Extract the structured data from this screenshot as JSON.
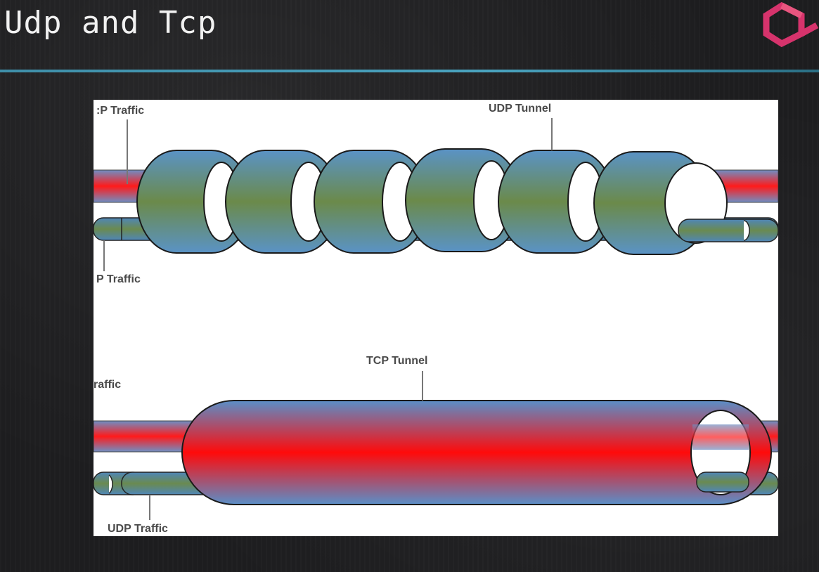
{
  "slide": {
    "title": "Udp and Tcp"
  },
  "logo": {
    "icon": "brand-logo-icon",
    "color": "#d6336c"
  },
  "diagram": {
    "top": {
      "tunnel_label": "UDP Tunnel",
      "traffic_label_upper": "P Traffic",
      "traffic_label_lower": "P Traffic"
    },
    "bottom": {
      "tunnel_label": "TCP Tunnel",
      "traffic_label_upper": "raffic",
      "traffic_label_lower": "UDP Traffic"
    },
    "colors": {
      "tcp_stream": "#ff1a1a",
      "udp_stream": "#6a8a50",
      "tunnel_outer": "#5a8fc0",
      "outline": "#1a1a1a"
    }
  }
}
